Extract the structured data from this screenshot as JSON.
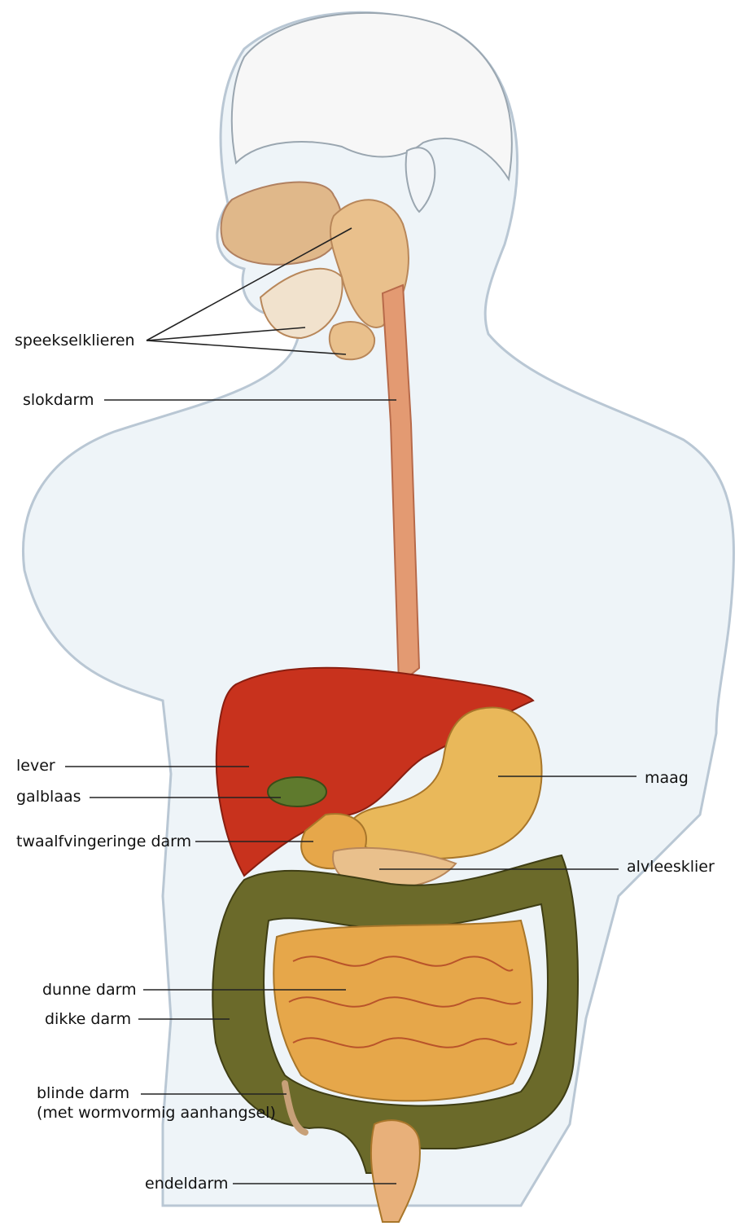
{
  "labels": {
    "speekselklieren": "speekselklieren",
    "slokdarm": "slokdarm",
    "lever": "lever",
    "galblaas": "galblaas",
    "twaalfvingeringe_darm": "twaalfvingeringe darm",
    "dunne_darm": "dunne darm",
    "dikke_darm": "dikke darm",
    "blinde_darm": "blinde darm",
    "blinde_darm_note": "(met wormvormig aanhangsel)",
    "endeldarm": "endeldarm",
    "maag": "maag",
    "alvleesklier": "alvleesklier"
  },
  "colors": {
    "body_outline": "#b9c7d4",
    "body_fill": "#eef4f8",
    "liver": "#c8321d",
    "stomach": "#e9b85a",
    "gallbladder": "#5f7a2d",
    "esophagus": "#e39a72",
    "large_intestine": "#6b6a2a",
    "small_intestine": "#e6a74a",
    "gland": "#e9c08c"
  }
}
